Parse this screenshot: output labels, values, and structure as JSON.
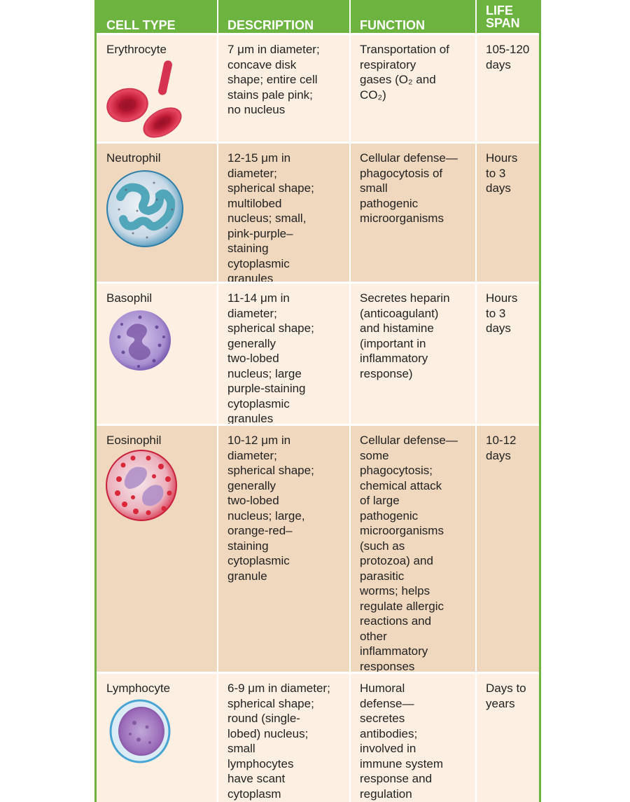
{
  "header": {
    "cell_type": "CELL TYPE",
    "description": "DESCRIPTION",
    "function": "FUNCTION",
    "life_line1": "LIFE",
    "life_line2": "SPAN"
  },
  "rows": [
    {
      "name": "Erythrocyte",
      "description": [
        "7 μm in diameter;",
        "concave disk",
        "shape; entire cell",
        "stains pale pink;",
        "no nucleus"
      ],
      "function": [
        "Transportation of",
        "respiratory",
        "gases (O₂ and",
        "CO₂)"
      ],
      "lifespan": [
        "105-120",
        "days"
      ]
    },
    {
      "name": "Neutrophil",
      "description": [
        "12-15 μm in",
        "diameter;",
        "spherical shape;",
        "multilobed",
        "nucleus; small,",
        "pink-purple–",
        "staining",
        "cytoplasmic",
        "granules"
      ],
      "function": [
        "Cellular defense—",
        "phagocytosis of",
        "small",
        "pathogenic",
        "microorganisms"
      ],
      "lifespan": [
        "Hours",
        "to 3",
        "days"
      ]
    },
    {
      "name": "Basophil",
      "description": [
        "11-14 μm in",
        "diameter;",
        "spherical shape;",
        "generally",
        "two-lobed",
        "nucleus; large",
        "purple-staining",
        "cytoplasmic",
        "granules"
      ],
      "function": [
        "Secretes heparin",
        "(anticoagulant)",
        "and histamine",
        "(important in",
        "inflammatory",
        "response)"
      ],
      "lifespan": [
        "Hours",
        "to 3",
        "days"
      ]
    },
    {
      "name": "Eosinophil",
      "description": [
        "10-12 μm in",
        "diameter;",
        "spherical shape;",
        "generally",
        "two-lobed",
        "nucleus; large,",
        "orange-red–",
        "staining",
        "cytoplasmic",
        "granule"
      ],
      "function": [
        "Cellular defense—",
        "some",
        "phagocytosis;",
        "chemical attack",
        "of large",
        "pathogenic",
        "microorganisms",
        "(such as",
        "protozoa) and",
        "parasitic",
        "worms; helps",
        "regulate allergic",
        "reactions and",
        "other",
        "inflammatory",
        "responses"
      ],
      "lifespan": [
        "10-12",
        "days"
      ]
    },
    {
      "name": "Lymphocyte",
      "description": [
        "6-9 μm in diameter;",
        "spherical shape;",
        "round (single-",
        "lobed) nucleus;",
        "small",
        "lymphocytes",
        "have scant",
        "cytoplasm"
      ],
      "function": [
        "Humoral",
        "defense—",
        "secretes",
        "antibodies;",
        "involved in",
        "immune system",
        "response and",
        "regulation"
      ],
      "lifespan": [
        "Days to",
        "years"
      ]
    }
  ],
  "colors": {
    "header_green": "#6db33f",
    "row_light": "#fdf0e2",
    "row_dark": "#f0d8be"
  }
}
